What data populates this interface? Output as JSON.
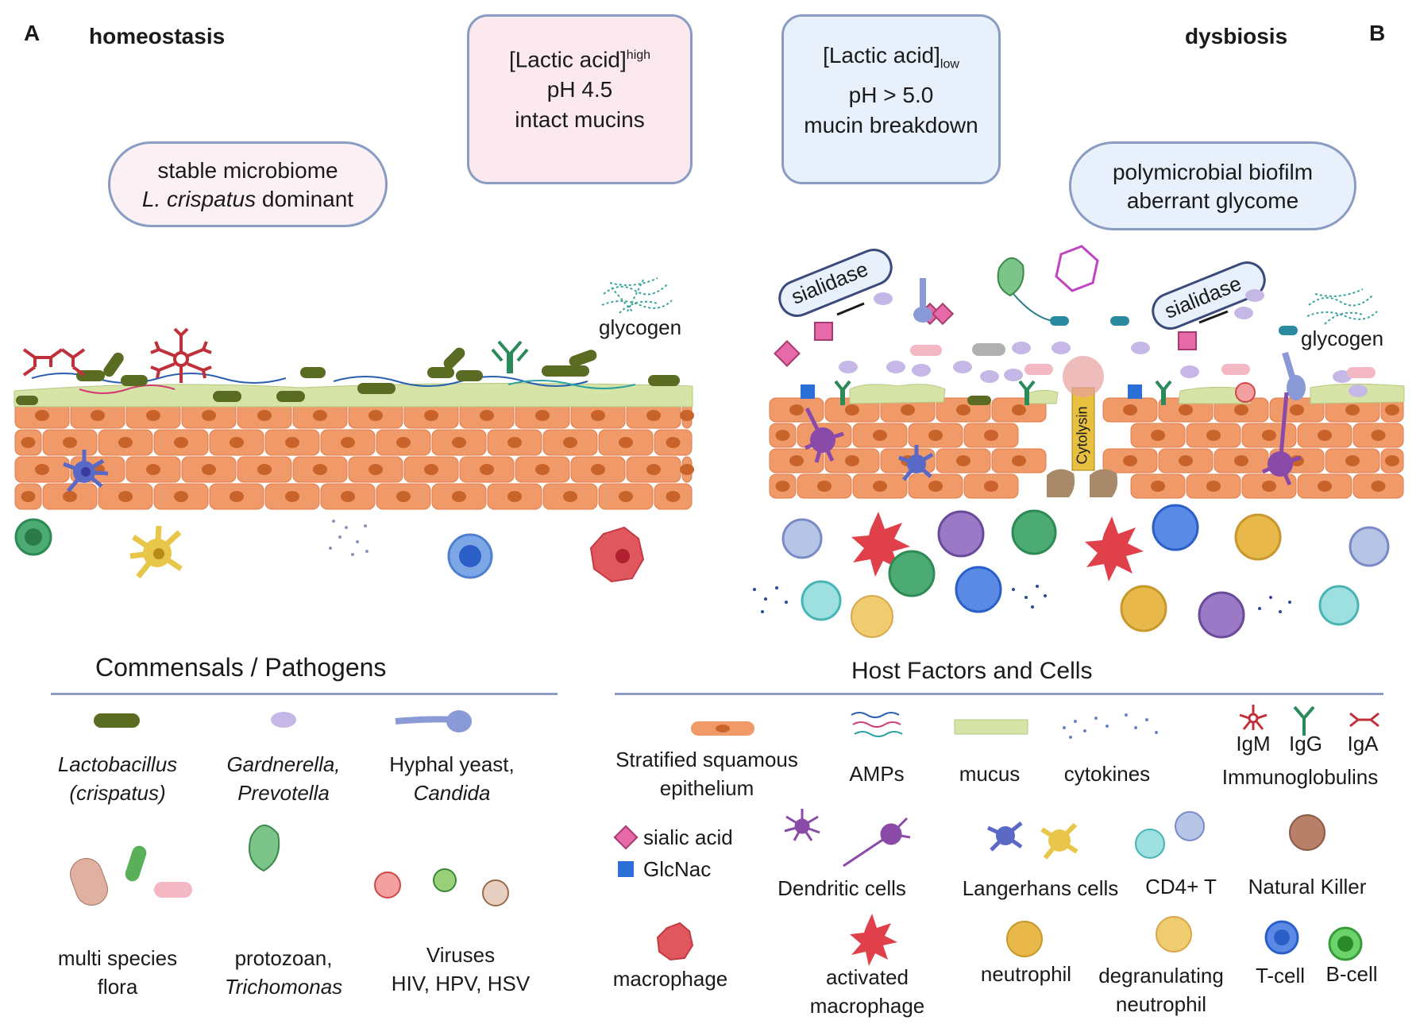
{
  "panel_a": {
    "letter": "A",
    "title": "homeostasis",
    "pill_line1": "stable microbiome",
    "pill_line2_italic": "L. crispatus",
    "pill_line2_rest": " dominant",
    "glycogen": "glycogen"
  },
  "panel_b": {
    "letter": "B",
    "title": "dysbiosis",
    "pill_line1": "polymicrobial biofilm",
    "pill_line2": "aberrant glycome",
    "glycogen": "glycogen",
    "sialidase": "sialidase",
    "cytolysin": "Cytolysin"
  },
  "box_high": {
    "line1_main": "[Lactic acid]",
    "line1_sup": "high",
    "line2": "pH 4.5",
    "line3": "intact mucins"
  },
  "box_low": {
    "line1_main": "[Lactic acid]",
    "line1_sub": "low",
    "line2": "pH > 5.0",
    "line3": "mucin breakdown"
  },
  "legend_commensals": {
    "title": "Commensals / Pathogens",
    "lactobacillus": [
      "Lactobacillus",
      "(crispatus)"
    ],
    "gardnerella": [
      "Gardnerella,",
      "Prevotella"
    ],
    "hyphal": [
      "Hyphal yeast,",
      "Candida"
    ],
    "flora": [
      "multi species",
      "flora"
    ],
    "protozoan": [
      "protozoan,",
      "Trichomonas"
    ],
    "viruses": [
      "Viruses",
      "HIV, HPV,  HSV"
    ]
  },
  "legend_host": {
    "title": "Host Factors and Cells",
    "epithelium": [
      "Stratified squamous",
      "epithelium"
    ],
    "amps": "AMPs",
    "mucus": "mucus",
    "cytokines": "cytokines",
    "igm": "IgM",
    "igg": "IgG",
    "iga": "IgA",
    "immunoglobulins": "Immunoglobulins",
    "sialic": "sialic acid",
    "glcnac": "GlcNac",
    "dendritic": "Dendritic cells",
    "langerhans": "Langerhans cells",
    "cd4": "CD4+ T",
    "nk": "Natural Killer",
    "macrophage": "macrophage",
    "activated": [
      "activated",
      "macrophage"
    ],
    "neutrophil": "neutrophil",
    "degranulating": [
      "degranulating",
      "neutrophil"
    ],
    "tcell": "T-cell",
    "bcell": "B-cell"
  },
  "colors": {
    "epithelium": "#f09a6a",
    "nucleus": "#c8642a",
    "mucus": "#d7e4a8",
    "lactobacillus": "#5a6b22",
    "gardnerella": "#c5b8e6",
    "border": "#8a9cc2",
    "sialic": "#e66aa8",
    "glcnac": "#2a6fd6"
  }
}
